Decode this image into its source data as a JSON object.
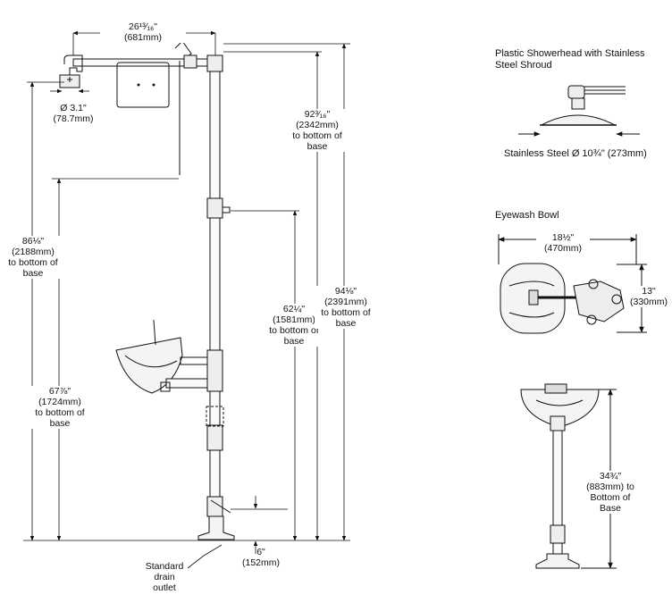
{
  "overall_width": {
    "fraction": "26¹³⁄₁₆\"",
    "metric": "(681mm)"
  },
  "showerhead_dia": {
    "fraction": "Ø 3.1\"",
    "metric": "(78.7mm)"
  },
  "height_92": {
    "fraction": "92³⁄₁₆\"",
    "metric": "(2342mm)",
    "line3": "to bottom of",
    "line4": "base"
  },
  "height_86": {
    "fraction": "86⅛\"",
    "metric": "(2188mm)",
    "line3": "to bottom of",
    "line4": "base"
  },
  "height_62": {
    "fraction": "62¼\"",
    "metric": "(1581mm)",
    "line3": "to bottom of",
    "line4": "base"
  },
  "height_94": {
    "fraction": "94⅛\"",
    "metric": "(2391mm)",
    "line3": "to bottom of",
    "line4": "base"
  },
  "height_67": {
    "fraction": "67⅞\"",
    "metric": "(1724mm)",
    "line3": "to bottom of",
    "line4": "base"
  },
  "drain_offset": {
    "fraction": "6\"",
    "metric": "(152mm)"
  },
  "drain_label": {
    "line1": "Standard",
    "line2": "drain",
    "line3": "outlet"
  },
  "showerhead_detail": {
    "title_line1": "Plastic Showerhead with Stainless",
    "title_line2": "Steel Shroud",
    "caption": "Stainless Steel Ø 10¾\" (273mm)"
  },
  "eyewash_detail": {
    "title": "Eyewash Bowl",
    "width": {
      "fraction": "18½\"",
      "metric": "(470mm)"
    },
    "depth": {
      "fraction": "13\"",
      "metric": "(330mm)"
    }
  },
  "pedestal_detail": {
    "height": {
      "fraction": "34¾\"",
      "metric": "(883mm) to",
      "line3": "Bottom of",
      "line4": "Base"
    }
  }
}
